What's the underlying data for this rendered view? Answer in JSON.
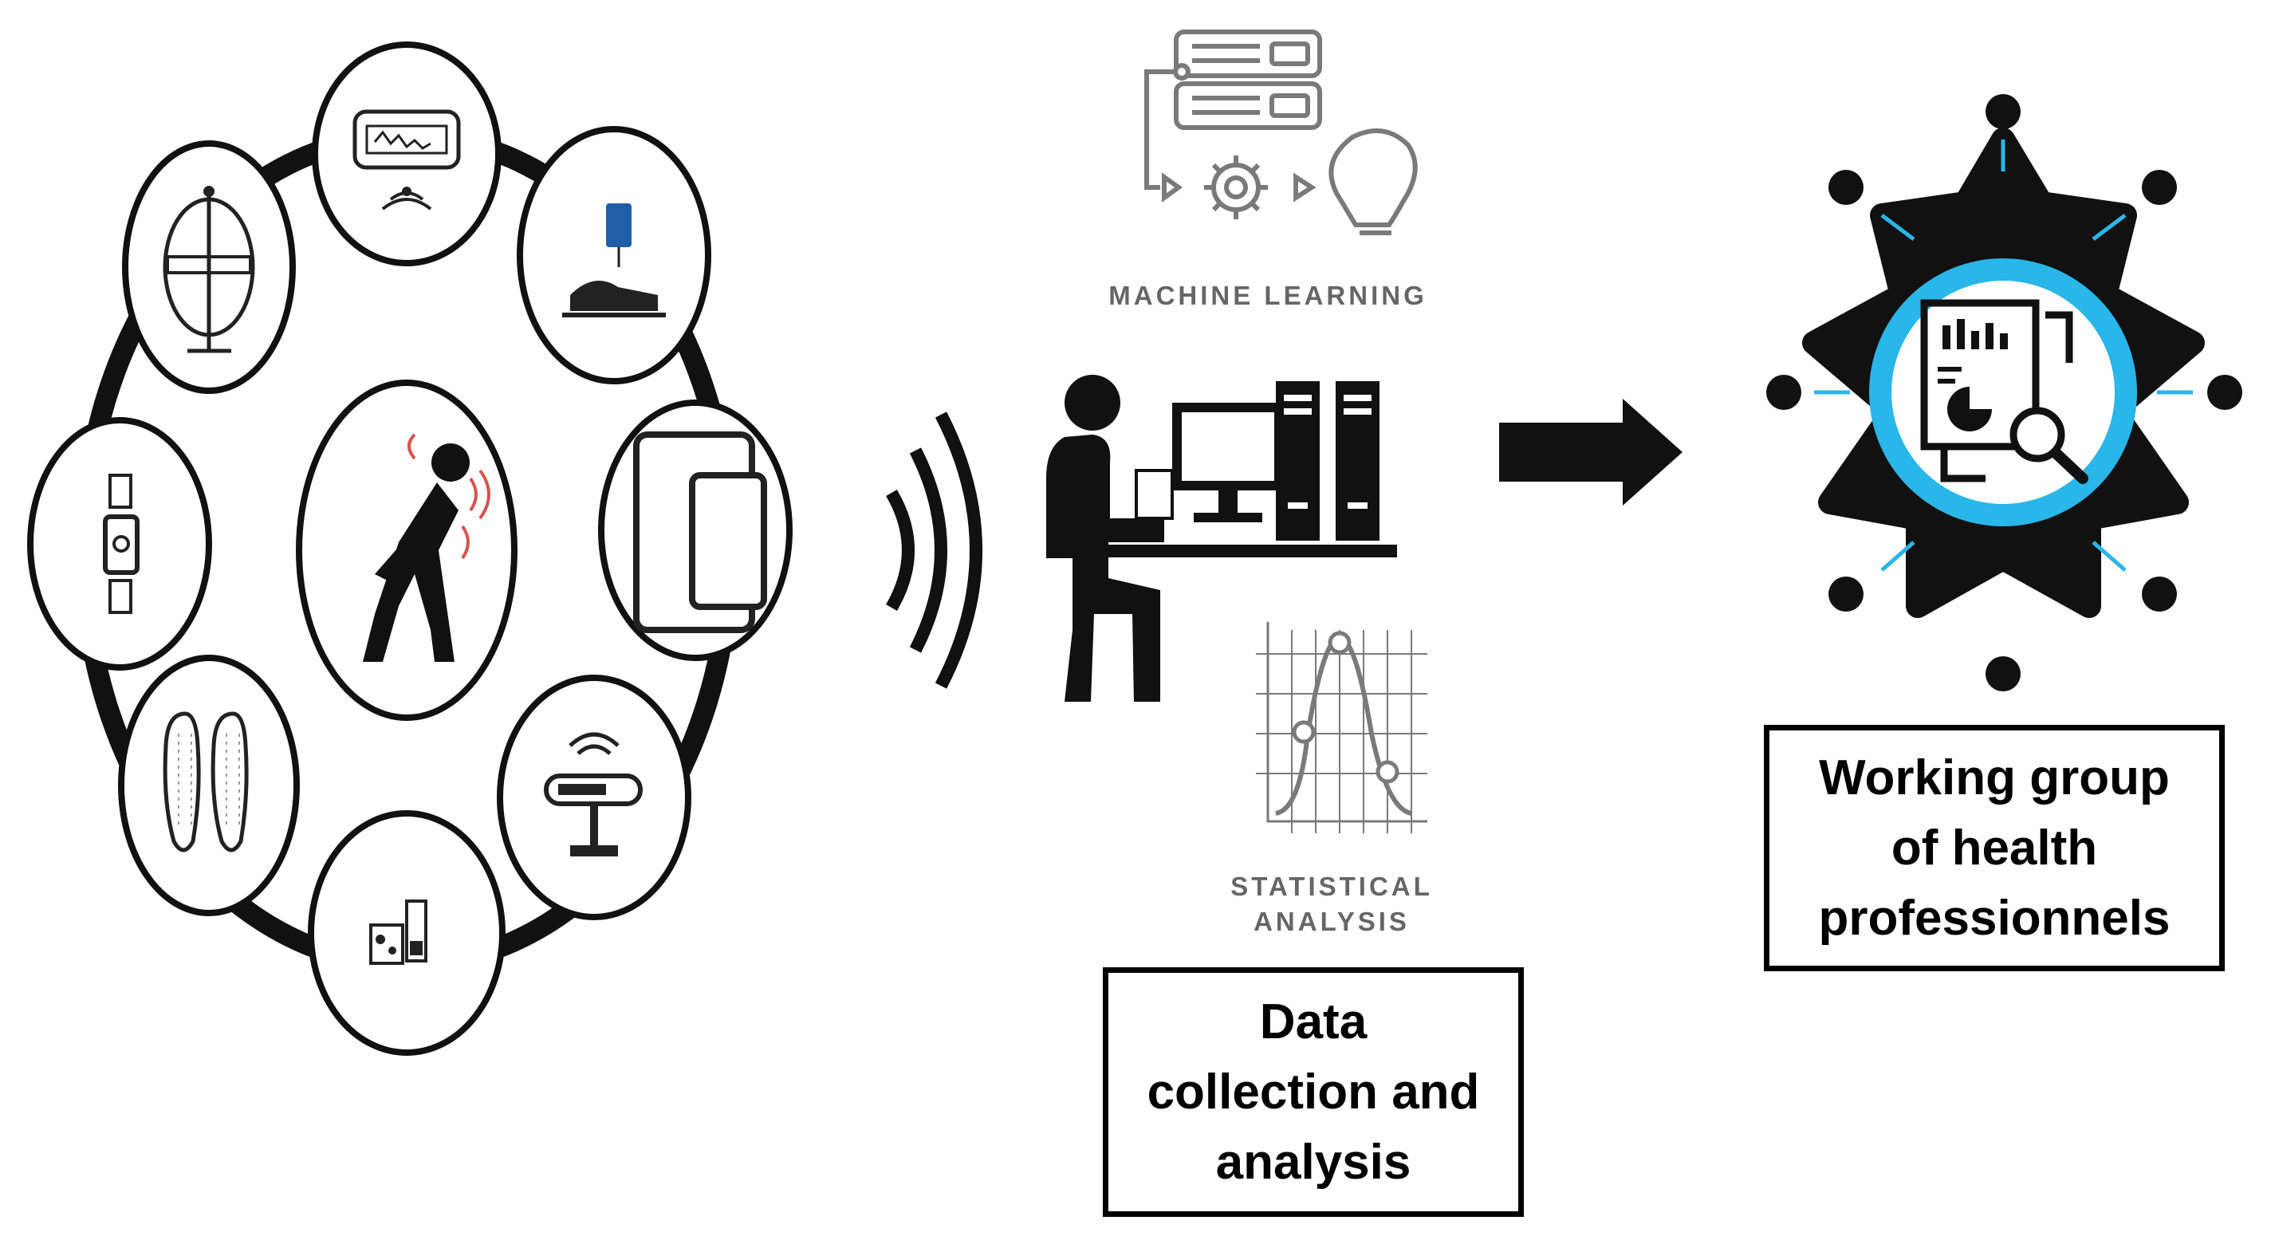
{
  "labels": {
    "machine_learning": "MACHINE LEARNING",
    "statistical_analysis_line1": "STATISTICAL",
    "statistical_analysis_line2": "ANALYSIS"
  },
  "boxes": {
    "data_collection": [
      "Data",
      "collection and",
      "analysis"
    ],
    "working_group": [
      "Working group",
      "of health",
      "professionnels"
    ]
  },
  "icons": {
    "center": "person-back-pain-icon",
    "sensors": [
      "gait-sensor-icon",
      "pressure-mat-icon",
      "smart-bed-icon",
      "smartphone-icon",
      "wireless-scale-icon",
      "wearable-module-icon",
      "smart-insole-icon",
      "wrist-band-icon"
    ],
    "flow": [
      "wireless-signal-icon",
      "workstation-icon",
      "machine-learning-icon",
      "statistical-analysis-icon",
      "right-arrow-icon",
      "team-meeting-icon"
    ]
  },
  "colors": {
    "accent": "#29b6e8",
    "ink": "#111111",
    "gray": "#666666",
    "blue_device": "#1f5fa8"
  }
}
